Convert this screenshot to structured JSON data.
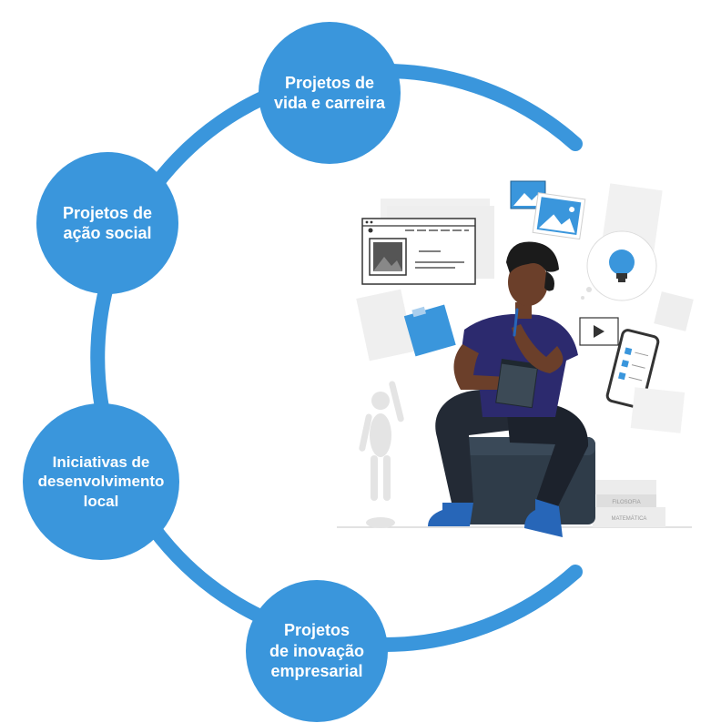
{
  "colors": {
    "accent": "#3a96dc",
    "skin": "#6b3f2a",
    "shirt": "#2c2a6e",
    "pants": "#232a35",
    "ottoman": "#2f3c49",
    "paper": "#e6e6e6",
    "paper_line": "#cfcfcf"
  },
  "nodes": [
    {
      "label": "Projetos de\nvida e carreira"
    },
    {
      "label": "Projetos de\nação social"
    },
    {
      "label": "Iniciativas de\ndesenvolvimento\nlocal"
    },
    {
      "label": "Projetos\nde inovação\nempresarial"
    }
  ],
  "illustration": {
    "book_labels": [
      "FILOSOFIA",
      "MATEMÁTICA"
    ]
  }
}
